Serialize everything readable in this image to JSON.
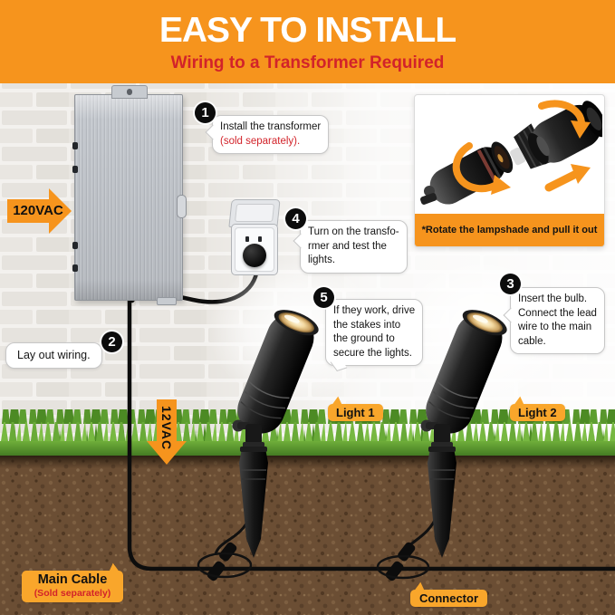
{
  "banner": {
    "title": "EASY TO INSTALL",
    "subtitle": "Wiring to a Transformer Required"
  },
  "steps": [
    {
      "num": "1",
      "lines": [
        "Install the transformer"
      ],
      "note": "(sold separately)."
    },
    {
      "num": "2",
      "lines": [
        "Lay out wiring."
      ]
    },
    {
      "num": "3",
      "lines": [
        "Insert the bulb.",
        "Connect the lead",
        "wire to the main",
        "cable."
      ]
    },
    {
      "num": "4",
      "lines": [
        "Turn on the transfo-",
        "rmer and test the",
        "lights."
      ]
    },
    {
      "num": "5",
      "lines": [
        "If they work, drive",
        "the stakes into",
        "the ground to",
        "secure the lights."
      ]
    }
  ],
  "labels": {
    "voltage_input": "120VAC",
    "voltage_output": "12VAC",
    "light1": "Light 1",
    "light2": "Light 2",
    "main_cable": "Main Cable",
    "main_cable_note": "(Sold separately)",
    "connector": "Connector"
  },
  "inset": {
    "caption": "*Rotate the lampshade and pull it out"
  },
  "colors": {
    "banner_orange": "#F6941D",
    "tag_orange": "#F9A62B",
    "accent_red": "#D2232A"
  }
}
